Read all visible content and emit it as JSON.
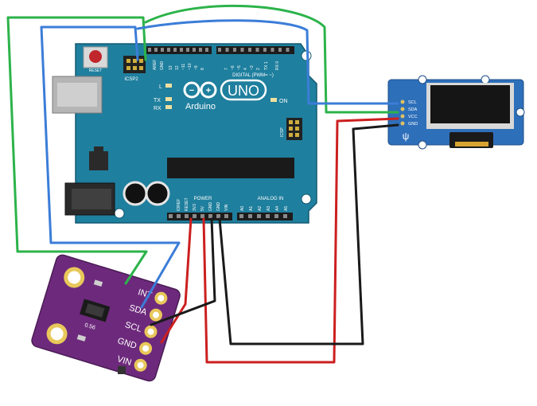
{
  "arduino": {
    "logo_text": "UNO",
    "brand": "Arduino",
    "reset_label": "RESET",
    "icsp2_label": "ICSP2",
    "icsp_label": "ICSP",
    "aref_label": "AREF",
    "gnd_label": "GND",
    "digital_label": "DIGITAL (PWM= ~)",
    "digital_pins": [
      "13",
      "12",
      "~11",
      "~10",
      "~9",
      "8",
      "7",
      "~6",
      "~5",
      "4",
      "~3",
      "2",
      "TX 1",
      "RX 0"
    ],
    "led_l": "L",
    "led_tx": "TX",
    "led_rx": "RX",
    "on_label": "ON",
    "power_label": "POWER",
    "power_pins": [
      "IOREF",
      "RESET",
      "3V3",
      "5V",
      "GND",
      "GND",
      "VIN"
    ],
    "analog_label": "ANALOG IN",
    "analog_pins": [
      "A0",
      "A1",
      "A2",
      "A3",
      "A4",
      "A5"
    ]
  },
  "oled": {
    "pins": [
      "SCL",
      "SDA",
      "VCC",
      "GND"
    ]
  },
  "sensor": {
    "pins": [
      "INT",
      "SDA",
      "SCL",
      "GND",
      "VIN"
    ],
    "chip_label": "0.56"
  },
  "colors": {
    "wire_green": "#2cb34a",
    "wire_blue": "#3b7dd8",
    "wire_red": "#cc1f1f",
    "wire_black": "#1a1a1a",
    "board_teal": "#1f7f9e",
    "sensor_purple": "#6d2a7c",
    "oled_blue": "#2e6fba"
  }
}
